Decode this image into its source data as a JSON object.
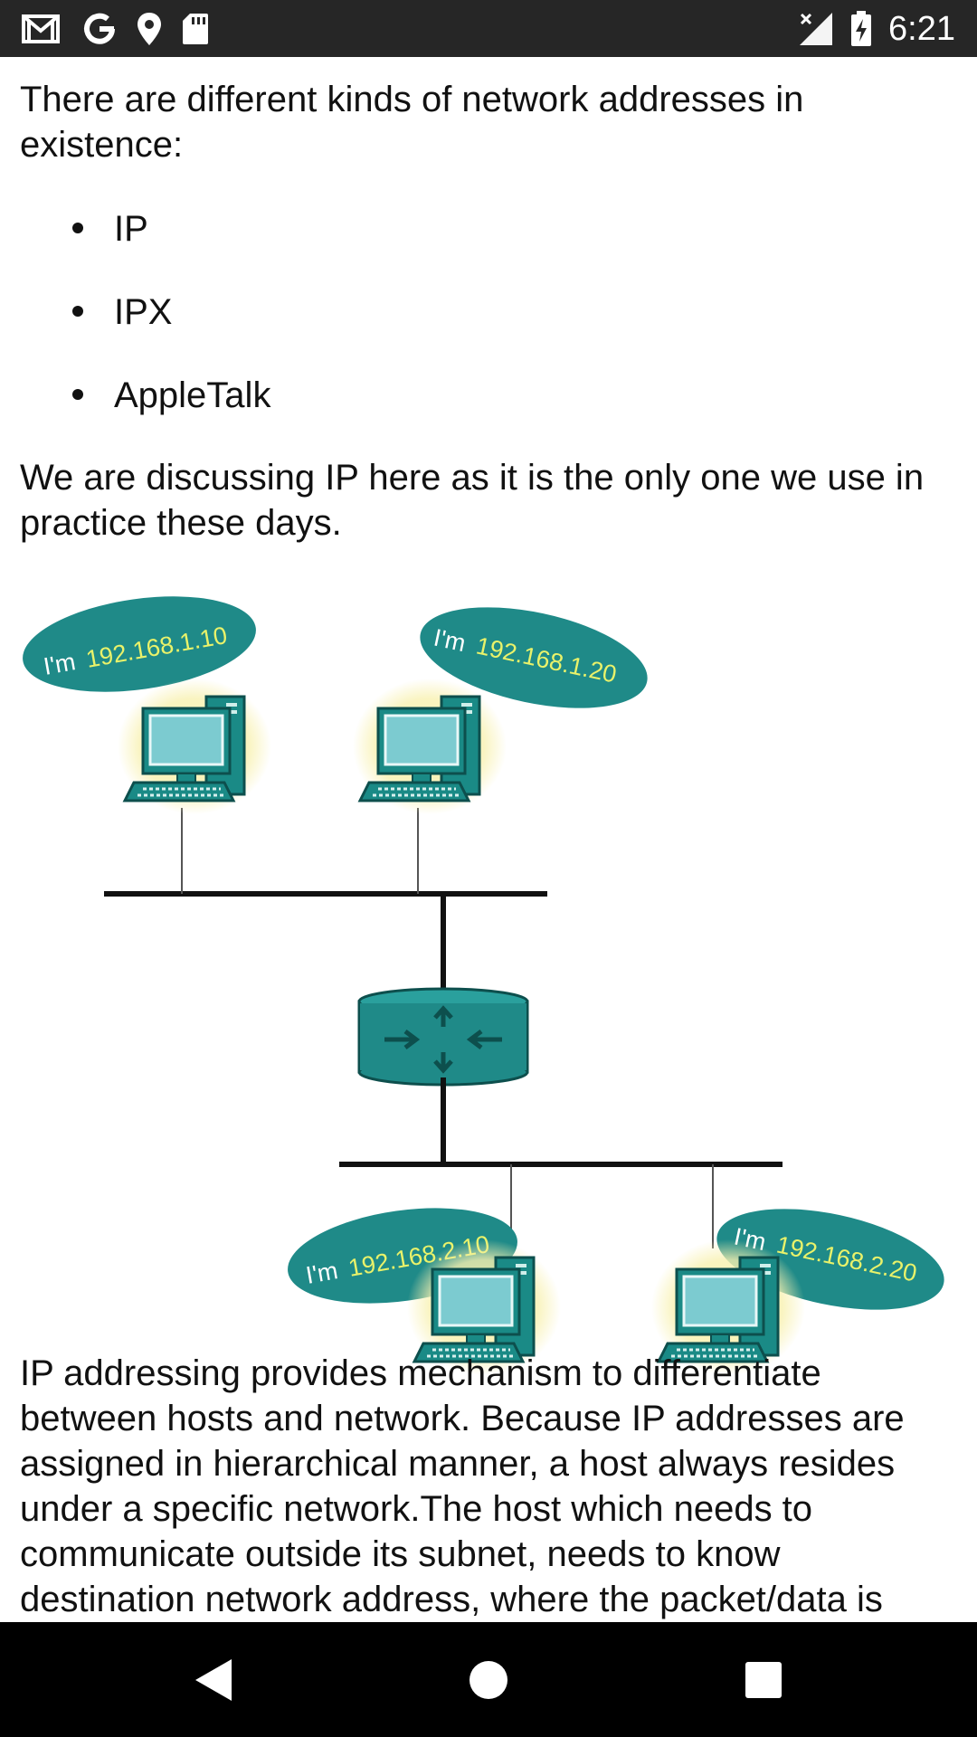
{
  "status_bar": {
    "time": "6:21",
    "icons_left": [
      "gmail-icon",
      "google-icon",
      "location-pin-icon",
      "sd-card-icon"
    ],
    "icons_right": [
      "signal-no-service-icon",
      "battery-charging-icon"
    ]
  },
  "article": {
    "intro": "There are different kinds of network addresses in existence:",
    "list_items": [
      "IP",
      "IPX",
      "AppleTalk"
    ],
    "discussion": "We are discussing IP here as it is the only one we use in practice these days.",
    "body": "IP addressing provides mechanism to differentiate between hosts and network. Because IP addresses are assigned in hierarchical manner, a host always resides under a specific network.The host which needs to communicate outside its subnet, needs to know destination network address, where the packet/data is"
  },
  "diagram": {
    "bubbles": [
      {
        "prefix": "I'm",
        "address": "192.168.1.10"
      },
      {
        "prefix": "I'm",
        "address": "192.168.1.20"
      },
      {
        "prefix": "I'm",
        "address": "192.168.2.10"
      },
      {
        "prefix": "I'm",
        "address": "192.168.2.20"
      }
    ],
    "colors": {
      "bubble": "#1f8a88",
      "address_text": "#e9f26a",
      "prefix_text": "#ffffff",
      "computer_body": "#1a8a86",
      "glow": "#f6eda8",
      "router": "#1f8a88"
    }
  },
  "nav_bar": {
    "icons": [
      "back-icon",
      "home-icon",
      "recents-icon"
    ]
  }
}
